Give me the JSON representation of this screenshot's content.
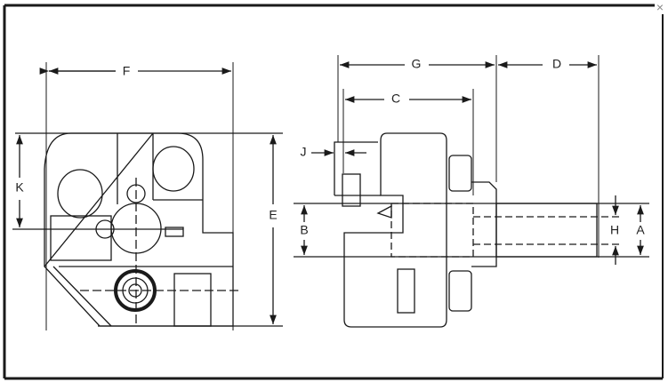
{
  "window": {
    "close_label": "×"
  },
  "diagram": {
    "labels": {
      "F": "F",
      "K": "K",
      "E": "E",
      "G": "G",
      "D": "D",
      "C": "C",
      "J": "J",
      "B": "B",
      "H": "H",
      "A": "A"
    }
  },
  "colors": {
    "line": "#1a1a1a",
    "background": "#ffffff"
  }
}
